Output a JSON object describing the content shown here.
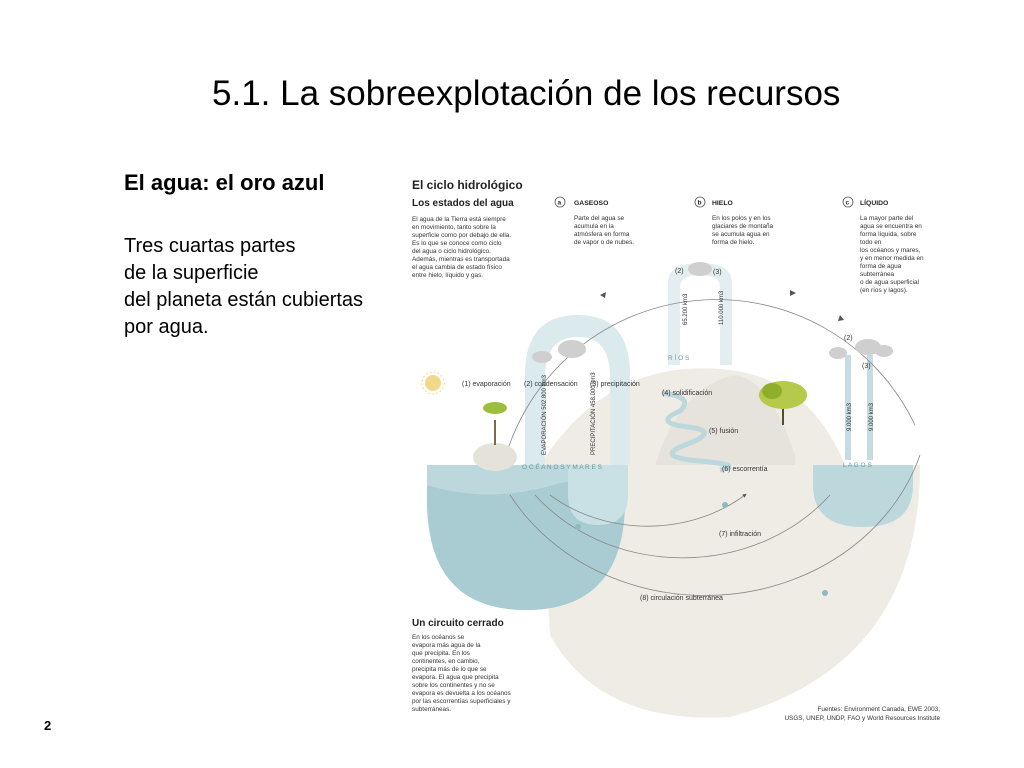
{
  "slide": {
    "title": "5.1. La sobreexplotación de los recursos",
    "subtitle": "El agua: el oro azul",
    "body_lines": [
      "Tres cuartas partes",
      "de la superficie",
      "del planeta están cubiertas",
      "por agua."
    ],
    "page_number": "2"
  },
  "diagram": {
    "title": "El ciclo hidrológico",
    "subtitle": "Los estados del agua",
    "intro_lines": [
      "El agua de la Tierra está siempre",
      "en movimiento, tanto sobre la",
      "superficie como por debajo de ella.",
      "Es lo que se conoce como ciclo",
      "del agua o ciclo hidrológico.",
      "Además, mientras es transportada",
      "el agua cambia de estado físico",
      "entre hielo, líquido y gas."
    ],
    "states": [
      {
        "letter": "a",
        "name": "GASEOSO",
        "lines": [
          "Parte del agua se",
          "acumula en la",
          "atmósfera en forma",
          "de vapor o de nubes."
        ]
      },
      {
        "letter": "b",
        "name": "HIELO",
        "lines": [
          "En los polos y en los",
          "glaciares de montaña",
          "se acumula agua en",
          "forma de hielo."
        ]
      },
      {
        "letter": "c",
        "name": "LÍQUIDO",
        "lines": [
          "La mayor parte del",
          "agua se encuentra en",
          "forma líquida, sobre",
          "todo en",
          "los océanos y mares,",
          "y en menor medida en",
          "forma de agua",
          "subterránea",
          "o de agua superficial",
          "(en ríos y lagos)."
        ]
      }
    ],
    "process_labels": {
      "evaporacion": "(1) evaporación",
      "condensacion": "(2) condensación",
      "precipitacion": "(3) precipitación",
      "solidificacion": "(4) solidificación",
      "fusion": "(5) fusión",
      "escorrentia": "(6) escorrentía",
      "infiltracion": "(7) infiltración",
      "circulacion": "(8) circulación subterránea",
      "top_2": "(2)",
      "top_3": "(3)",
      "right_2": "(2)",
      "right_3": "(3)"
    },
    "volumes": {
      "evaporacion": "EVAPORACIÓN 502.800 km3",
      "precipitacion": "PRECIPITACIÓN 458.000 km3",
      "ice_left": "65.200 km3",
      "ice_right": "110.000 km3",
      "lakes_left": "9.000 km3",
      "lakes_right": "9.000 km3"
    },
    "place_labels": {
      "rios": "R Í O S",
      "oceanos": "O C É A N O S   Y M A R E S",
      "lagos": "L A G O S"
    },
    "closed_circuit": {
      "title": "Un circuito cerrado",
      "lines": [
        "En los océanos se",
        "evapora más agua de la",
        "que precipita. En los",
        "continentes, en cambio,",
        "precipita más de lo que se",
        "evapora. El agua que precipita",
        "sobre los continentes y no se",
        "evapora es devuelta a los océanos",
        "por las escorrentías superficiales y",
        "subterráneas."
      ]
    },
    "sources": [
      "Fuentes: Environment Canada, EWE 2003,",
      "USGS, UNEP, UNDP, FAO y World Resources Institute"
    ]
  },
  "colors": {
    "water": "#bcd8dd",
    "water_dark": "#8fb8c0",
    "earth": "#efece6",
    "text_main": "#000000",
    "badge": "#555555"
  }
}
